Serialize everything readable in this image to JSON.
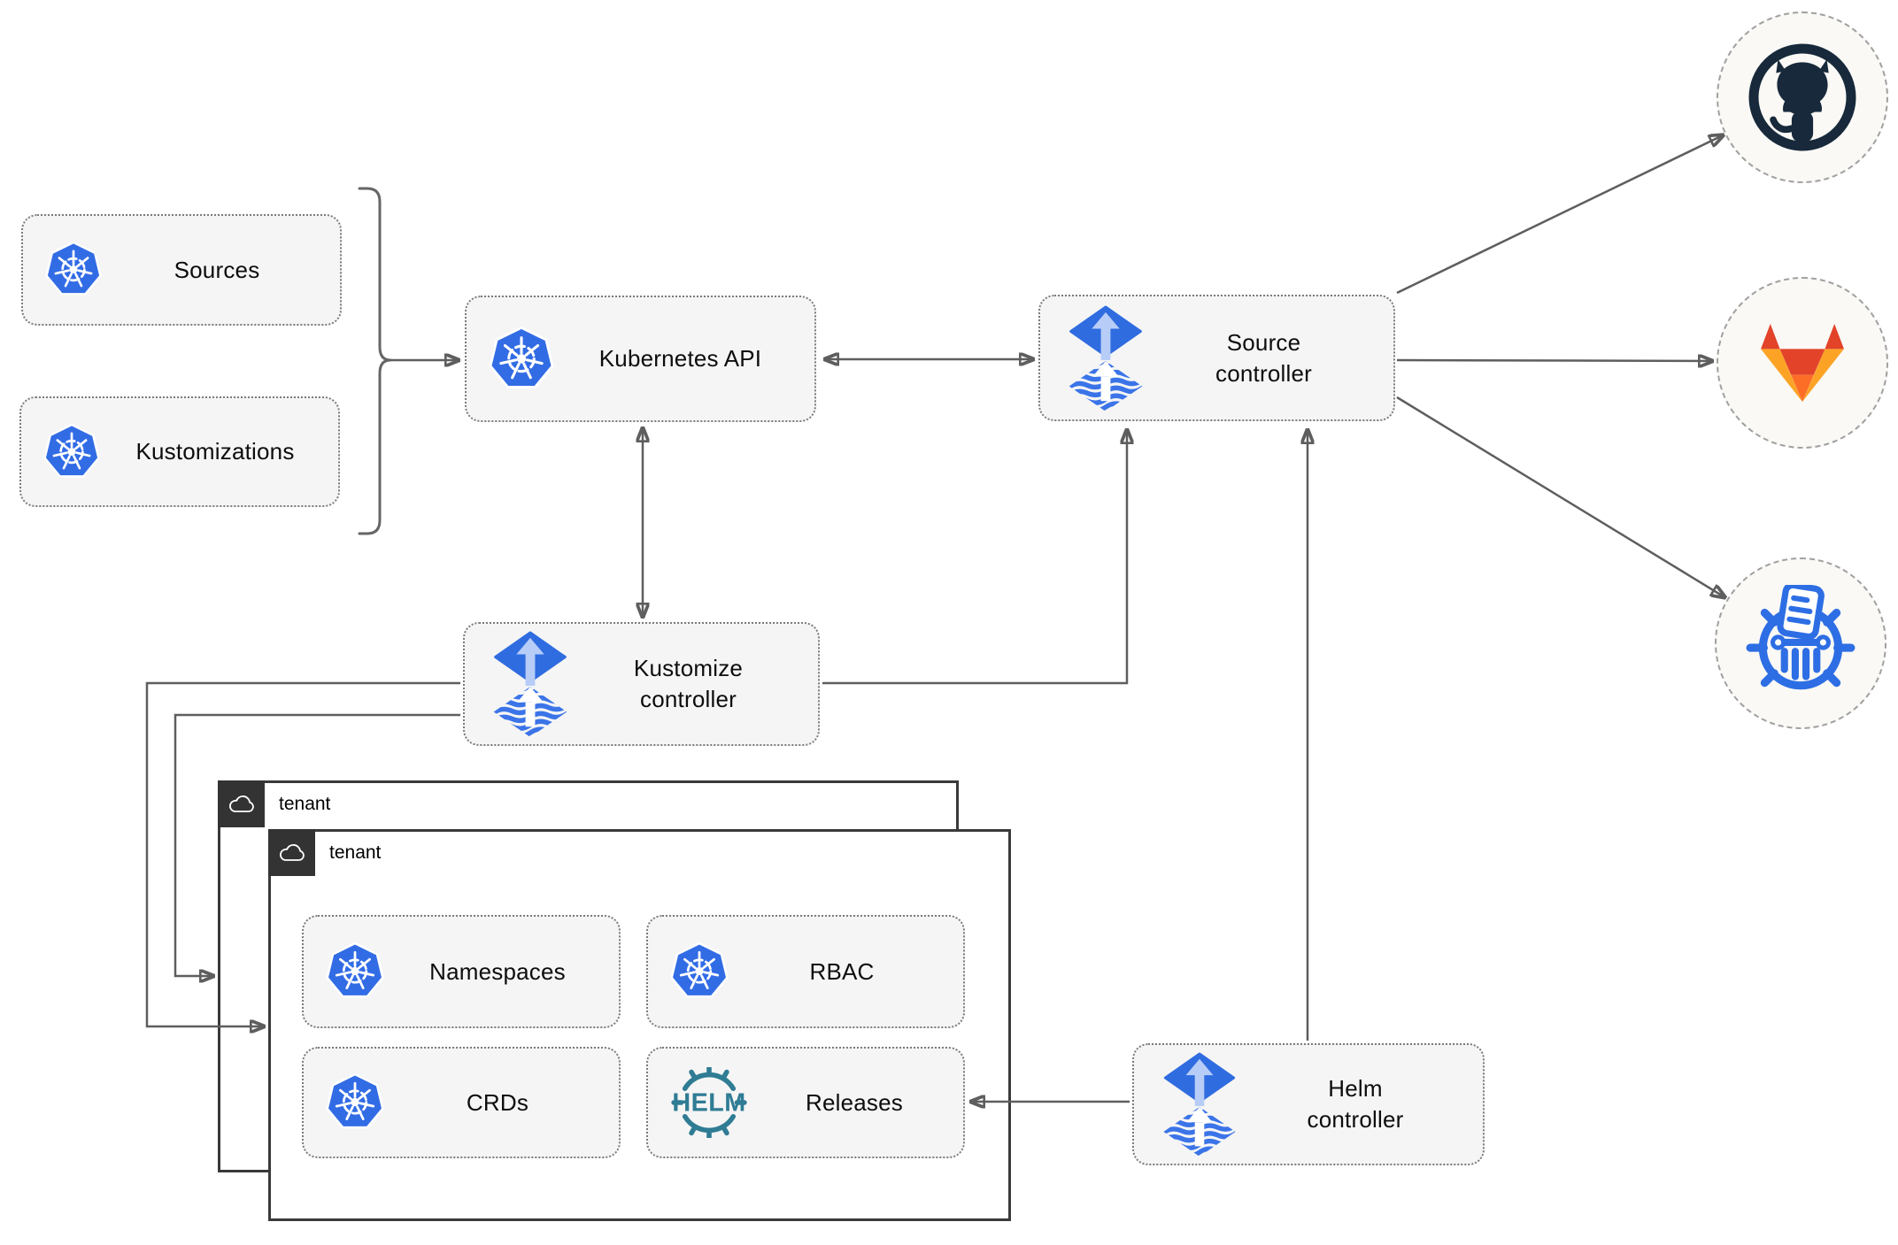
{
  "nodes": {
    "sources": {
      "label": "Sources",
      "icon": "kubernetes-icon"
    },
    "kustomizations": {
      "label": "Kustomizations",
      "icon": "kubernetes-icon"
    },
    "kubernetes_api": {
      "label": "Kubernetes API",
      "icon": "kubernetes-icon"
    },
    "source_controller": {
      "label": "Source\ncontroller",
      "icon": "flux-icon"
    },
    "kustomize_controller": {
      "label": "Kustomize\ncontroller",
      "icon": "flux-icon"
    },
    "helm_controller": {
      "label": "Helm\ncontroller",
      "icon": "flux-icon"
    },
    "namespaces": {
      "label": "Namespaces",
      "icon": "kubernetes-icon"
    },
    "rbac": {
      "label": "RBAC",
      "icon": "kubernetes-icon"
    },
    "crds": {
      "label": "CRDs",
      "icon": "kubernetes-icon"
    },
    "releases": {
      "label": "Releases",
      "icon": "helm-icon",
      "icon_text": "HELM"
    }
  },
  "tenants": [
    {
      "label": "tenant",
      "icon": "cloud-icon"
    },
    {
      "label": "tenant",
      "icon": "cloud-icon"
    }
  ],
  "externals": [
    {
      "icon": "github-icon"
    },
    {
      "icon": "gitlab-icon"
    },
    {
      "icon": "chartmuseum-icon"
    }
  ],
  "colors": {
    "kubernetes_blue": "#326CE5",
    "flux_blue": "#2F6CE0",
    "flux_arrow_light": "#B7CDF7",
    "helm_teal": "#2F7C94",
    "github_dark": "#17293A",
    "gitlab_red": "#E24329",
    "gitlab_orange": "#FC6D26",
    "gitlab_yellow": "#FCA326",
    "chartmuseum_blue": "#2E6EE4",
    "arrow_gray": "#5E5E5E",
    "node_fill": "#F5F5F5",
    "tenant_badge": "#333333"
  }
}
